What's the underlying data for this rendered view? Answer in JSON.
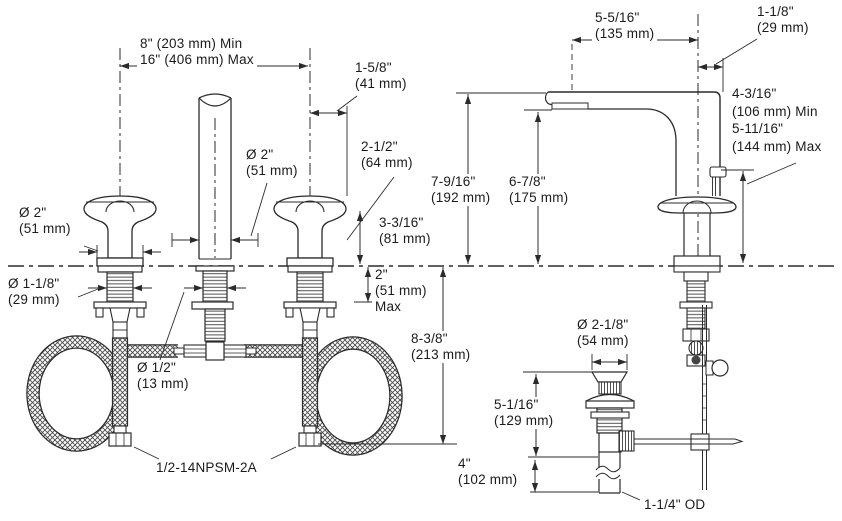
{
  "diagram": {
    "title_hint": "widespread faucet and drain dimension drawing",
    "line_color": "#2b2b2b",
    "labels": {
      "spread": "8\" (203 mm) Min\n16\" (406 mm) Max",
      "handle_offset": "1-5/8\"\n(41 mm)",
      "spout_dia": "Ø 2\"\n(51 mm)",
      "handle_clearance": "2-1/2\"\n(64 mm)",
      "handle_height": "3-3/16\"\n(81 mm)",
      "handle_dia": "Ø 2\"\n(51 mm)",
      "shank_dia": "Ø 1-1/8\"\n(29 mm)",
      "deck_thickness": "2\"\n(51 mm)\nMax",
      "supply_length": "8-3/8\"\n(213 mm)",
      "hose_dia": "Ø 1/2\"\n(13 mm)",
      "supply_thread": "1/2-14NPSM-2A",
      "spout_reach": "5-5/16\"\n(135 mm)",
      "spout_offset": "1-1/8\"\n(29 mm)",
      "lift_rod_height": "4-3/16\"\n(106 mm) Min\n5-11/16\"\n(144 mm) Max",
      "spout_height": "7-9/16\"\n(192 mm)",
      "outlet_height": "6-7/8\"\n(175 mm)",
      "drain_dia": "Ø 2-1/8\"\n(54 mm)",
      "drain_body_length": "5-1/16\"\n(129 mm)",
      "tailpiece_length": "4\"\n(102 mm)",
      "tailpiece_od": "1-1/4\" OD"
    }
  }
}
